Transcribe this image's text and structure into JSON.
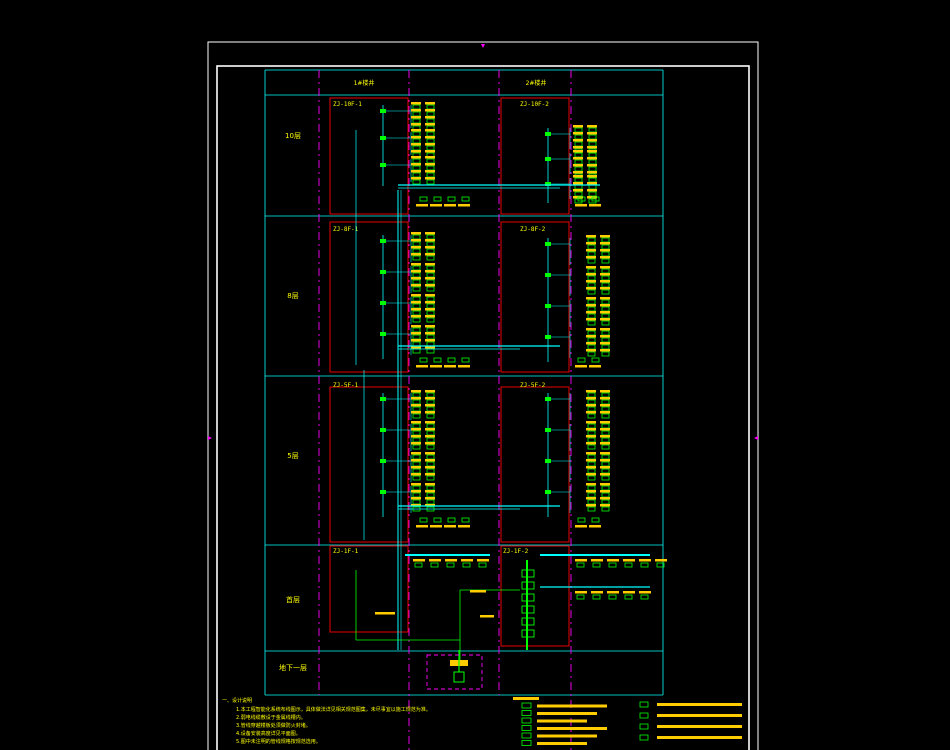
{
  "drawing": {
    "headers": [
      "1#楼井",
      "2#楼井"
    ],
    "floors": [
      {
        "label": "10层",
        "boxes": [
          "ZJ-10F-1",
          "ZJ-10F-2"
        ]
      },
      {
        "label": "8层",
        "boxes": [
          "ZJ-8F-1",
          "ZJ-8F-2"
        ]
      },
      {
        "label": "5层",
        "boxes": [
          "ZJ-5F-1",
          "ZJ-5F-2"
        ]
      },
      {
        "label": "首层",
        "boxes": [
          "ZJ-1F-1",
          "ZJ-1F-2"
        ]
      },
      {
        "label": "地下一层",
        "boxes": []
      }
    ],
    "notes_title": "一、设计说明",
    "notes": [
      "1.本工程智能化系统布线图示，具体做法详见相关规范图集，未尽事宜以施工规范为准。",
      "2.弱电线缆敷设于金属线槽内。",
      "3.管线穿越楼板处须做防火封堵。",
      "4.设备安装高度详见平面图。",
      "5.图中未注明的管线规格按规范选用。"
    ],
    "colors": {
      "background": "#000000",
      "frame": "#ffffff",
      "grid": "#00ffff",
      "shaft_line": "#ff00ff",
      "zone_box": "#ff0000",
      "device": "#00ff00",
      "label_bar": "#ffcc00",
      "trunk": "#00ffff"
    }
  }
}
